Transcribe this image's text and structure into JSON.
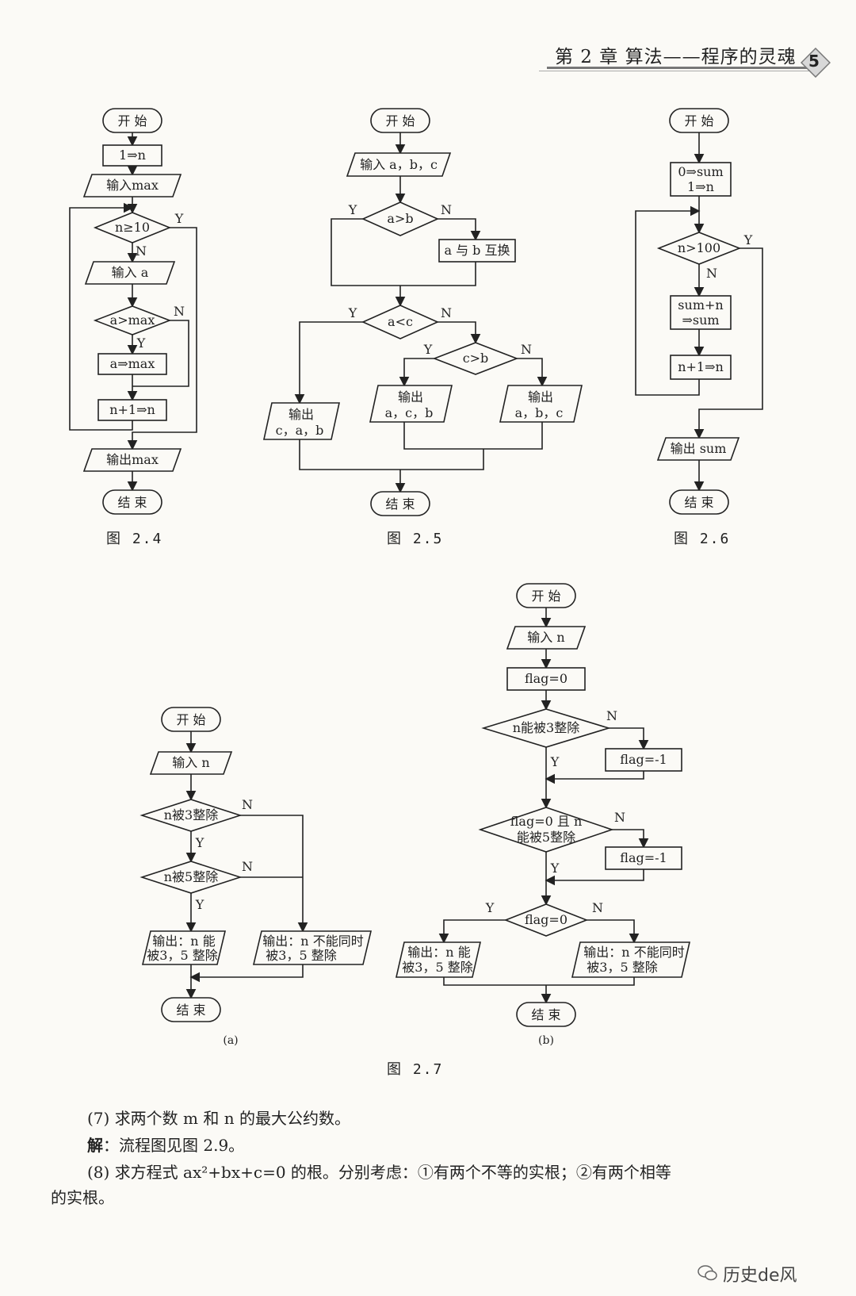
{
  "header": {
    "chapter_title": "第 2 章  算法——程序的灵魂",
    "page_number": "5"
  },
  "fig24": {
    "start": "开 始",
    "init": "1⇒n",
    "input_max": "输入max",
    "cond_n": "n≥10",
    "input_a": "输入 a",
    "cond_a": "a>max",
    "assign": "a⇒max",
    "incr": "n+1⇒n",
    "output": "输出max",
    "end": "结 束",
    "y": "Y",
    "n": "N",
    "caption": "图 2.4"
  },
  "fig25": {
    "start": "开 始",
    "input": "输入 a，b，c",
    "cond1": "a>b",
    "swap": "a 与 b 互换",
    "cond2": "a<c",
    "cond3": "c>b",
    "out_cab_1": "输出",
    "out_cab_2": "c，a，b",
    "out_acb_1": "输出",
    "out_acb_2": "a，c，b",
    "out_abc_1": "输出",
    "out_abc_2": "a，b，c",
    "end": "结 束",
    "y": "Y",
    "n": "N",
    "caption": "图 2.5"
  },
  "fig26": {
    "start": "开 始",
    "init_1": "0⇒sum",
    "init_2": "1⇒n",
    "cond": "n>100",
    "add_1": "sum+n",
    "add_2": "⇒sum",
    "incr": "n+1⇒n",
    "output": "输出 sum",
    "end": "结 束",
    "y": "Y",
    "n": "N",
    "caption": "图 2.6"
  },
  "fig27a": {
    "start": "开 始",
    "input": "输入 n",
    "cond3": "n被3整除",
    "cond5": "n被5整除",
    "out_yes_1": "输出：n 能",
    "out_yes_2": "被3，5 整除",
    "out_no_1": "输出：n 不能同时",
    "out_no_2": "被3，5 整除",
    "end": "结 束",
    "y": "Y",
    "n": "N",
    "label": "(a)"
  },
  "fig27b": {
    "start": "开 始",
    "input": "输入 n",
    "init": "flag=0",
    "cond3": "n能被3整除",
    "set1": "flag=-1",
    "cond5_1": "flag=0 且 n",
    "cond5_2": "能被5整除",
    "set2": "flag=-1",
    "condf": "flag=0",
    "out_yes_1": "输出：n 能",
    "out_yes_2": "被3，5 整除",
    "out_no_1": "输出：n 不能同时",
    "out_no_2": "被3，5 整除",
    "end": "结 束",
    "y": "Y",
    "n": "N",
    "label": "(b)"
  },
  "fig27_caption": "图 2.7",
  "body": {
    "p7": "(7) 求两个数 m 和 n 的最大公约数。",
    "sol_label": "解",
    "sol_text": "：流程图见图 2.9。",
    "p8_line1": "(8) 求方程式 ax²+bx+c=0 的根。分别考虑：①有两个不等的实根；②有两个相等",
    "p8_line2": "的实根。"
  },
  "watermark": "历史de风"
}
